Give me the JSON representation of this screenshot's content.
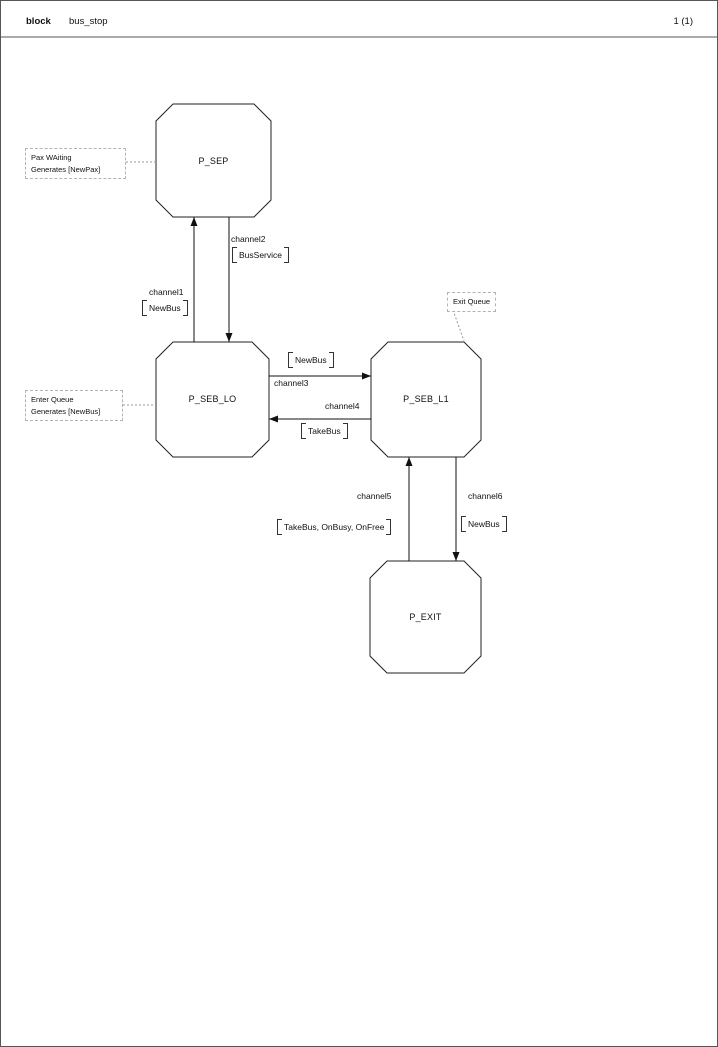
{
  "header": {
    "kind": "block",
    "name": "bus_stop",
    "page": "1 (1)"
  },
  "processes": [
    {
      "id": "P_SEP",
      "label": "P_SEP"
    },
    {
      "id": "P_SEB_LO",
      "label": "P_SEB_LO"
    },
    {
      "id": "P_SEB_L1",
      "label": "P_SEB_L1"
    },
    {
      "id": "P_EXIT",
      "label": "P_EXIT"
    }
  ],
  "comments": [
    {
      "lines": [
        "Pax WAiting",
        "Generates [NewPax]"
      ],
      "attached_to": "P_SEP"
    },
    {
      "lines": [
        "Enter Queue",
        "Generates [NewBus]"
      ],
      "attached_to": "P_SEB_LO"
    },
    {
      "lines": [
        "Exit Queue"
      ],
      "attached_to": "P_SEB_L1"
    }
  ],
  "channels": [
    {
      "name": "channel1",
      "signals": "NewBus",
      "from": "P_SEB_LO",
      "to": "P_SEP"
    },
    {
      "name": "channel2",
      "signals": "BusService",
      "from": "P_SEP",
      "to": "P_SEB_LO"
    },
    {
      "name": "channel3",
      "signals": "NewBus",
      "from": "P_SEB_LO",
      "to": "P_SEB_L1"
    },
    {
      "name": "channel4",
      "signals": "TakeBus",
      "from": "P_SEB_L1",
      "to": "P_SEB_LO"
    },
    {
      "name": "channel5",
      "signals": "TakeBus, OnBusy, OnFree",
      "from": "P_EXIT",
      "to": "P_SEB_L1"
    },
    {
      "name": "channel6",
      "signals": "NewBus",
      "from": "P_SEB_L1",
      "to": "P_EXIT"
    }
  ]
}
